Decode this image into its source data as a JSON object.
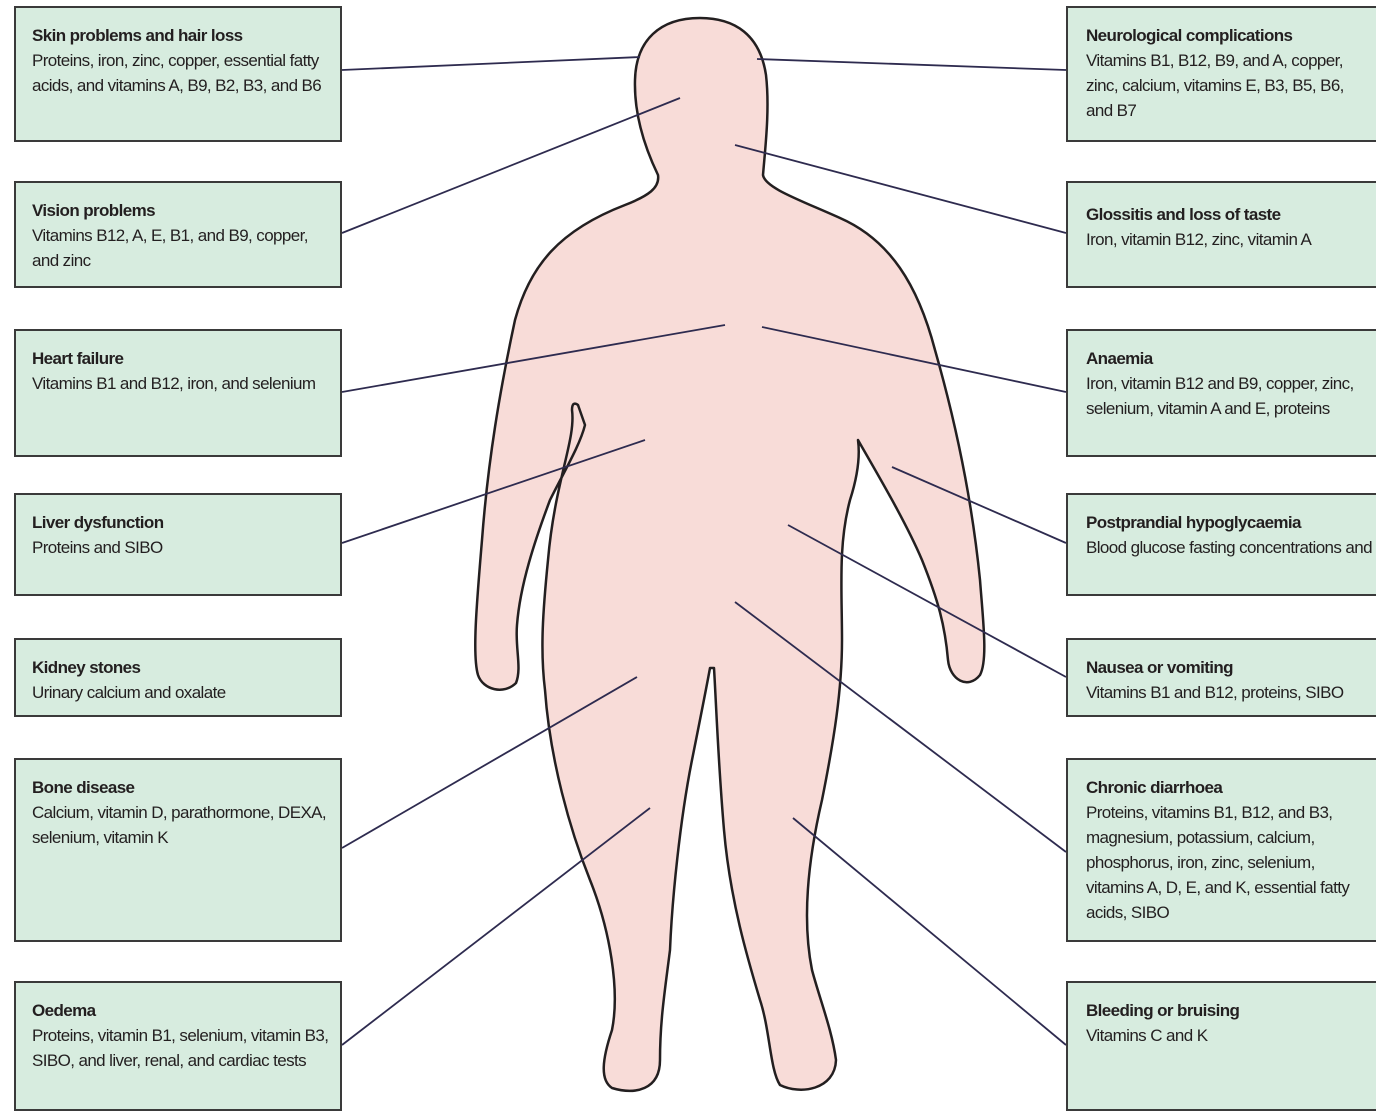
{
  "colors": {
    "box_fill": "#d7ecdf",
    "box_border": "#3a3a3a",
    "body_fill": "#f8dcd8",
    "body_outline": "#231f20",
    "leader_line": "#2e2b4f"
  },
  "left_boxes": [
    {
      "title": "Skin problems and hair loss",
      "detail": "Proteins, iron, zinc, copper, essential fatty acids, and vitamins A, B9, B2, B3, and B6"
    },
    {
      "title": "Vision problems",
      "detail": "Vitamins B12, A, E, B1, and B9, copper, and zinc"
    },
    {
      "title": "Heart failure",
      "detail": "Vitamins B1 and B12, iron, and selenium"
    },
    {
      "title": "Liver dysfunction",
      "detail": "Proteins and SIBO"
    },
    {
      "title": "Kidney stones",
      "detail": "Urinary calcium and oxalate"
    },
    {
      "title": "Bone disease",
      "detail": "Calcium, vitamin D, parathormone, DEXA, selenium, vitamin K"
    },
    {
      "title": "Oedema",
      "detail": "Proteins, vitamin B1, selenium, vitamin B3, SIBO, and liver, renal, and cardiac tests"
    }
  ],
  "right_boxes": [
    {
      "title": "Neurological complications",
      "detail": "Vitamins B1, B12, B9, and A, copper, zinc, calcium, vitamins E, B3, B5, B6, and B7"
    },
    {
      "title": "Glossitis and loss of taste",
      "detail": "Iron, vitamin B12, zinc, vitamin A"
    },
    {
      "title": "Anaemia",
      "detail": "Iron, vitamin B12 and B9, copper, zinc, selenium, vitamin A and E, proteins"
    },
    {
      "title": "Postprandial hypoglycaemia",
      "detail": "Blood glucose fasting concentrations and after provocation test"
    },
    {
      "title": "Nausea or vomiting",
      "detail": "Vitamins B1 and B12, proteins, SIBO"
    },
    {
      "title": "Chronic diarrhoea",
      "detail": "Proteins, vitamins B1, B12, and B3, magnesium, potassium, calcium, phosphorus, iron, zinc, selenium, vitamins A, D, E, and K, essential fatty acids, SIBO"
    },
    {
      "title": "Bleeding or bruising",
      "detail": "Vitamins C and K"
    }
  ]
}
